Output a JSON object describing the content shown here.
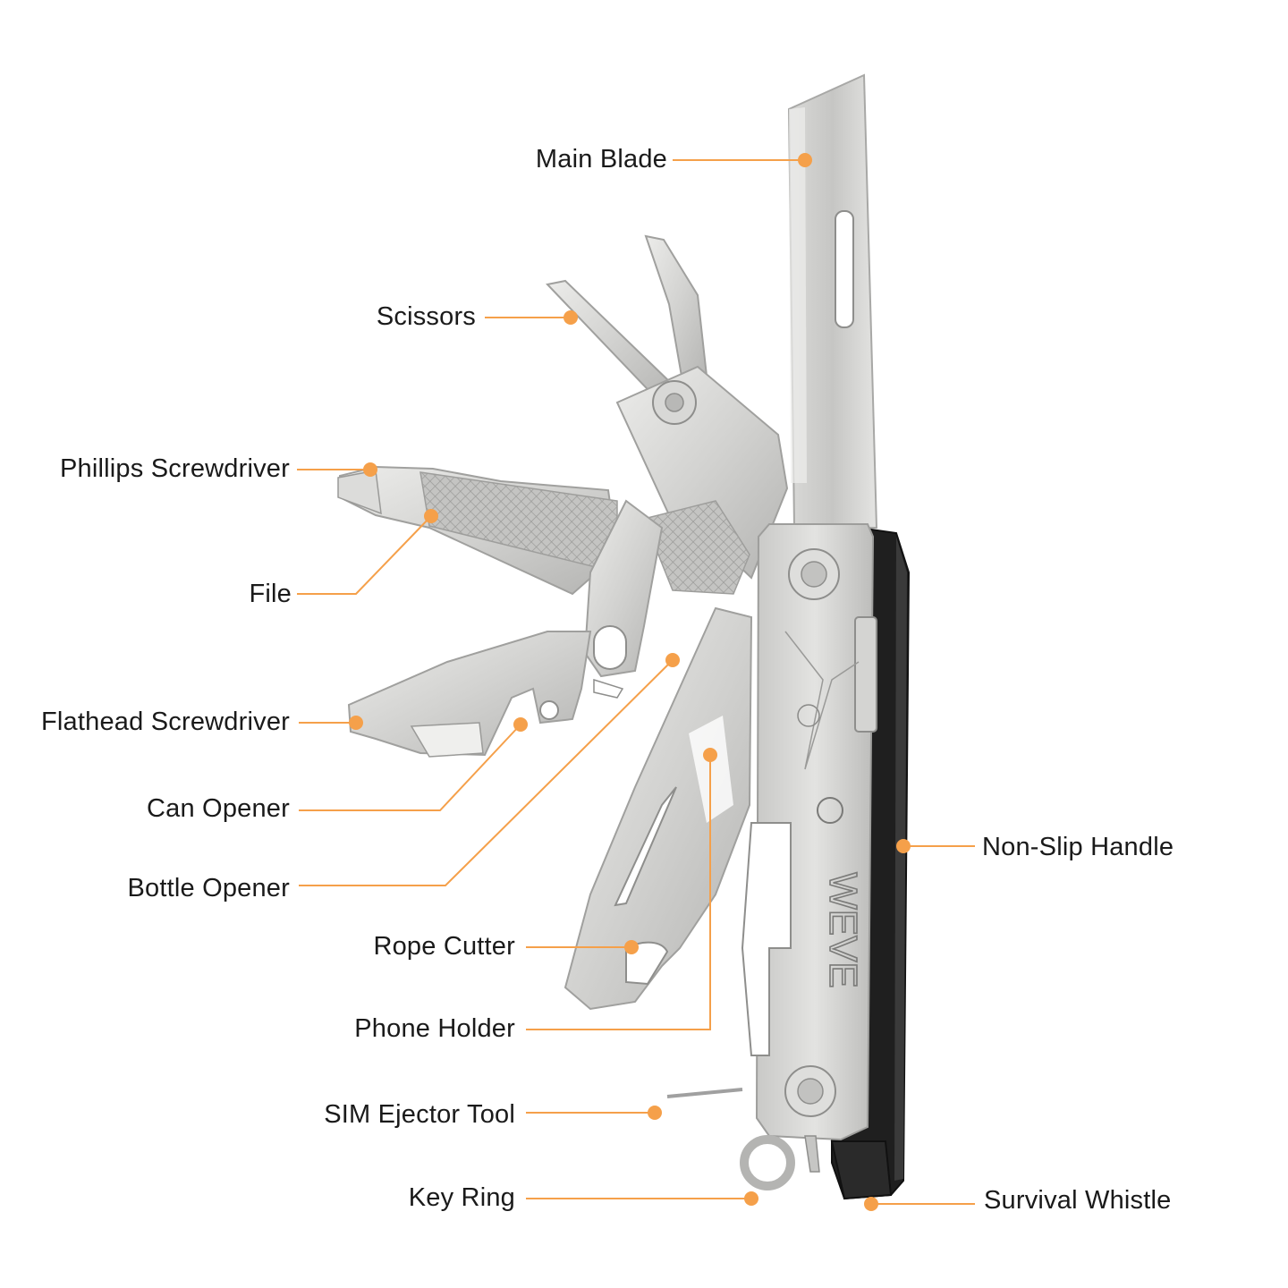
{
  "brand": {
    "name": "WEVE"
  },
  "colors": {
    "leader": "#f5a04a",
    "steel_light": "#e2e2e0",
    "steel_mid": "#c8c8c6",
    "steel_dark": "#9c9c9a",
    "handle_black": "#1d1d1d",
    "text": "#1a1a1a"
  },
  "callouts": [
    {
      "id": "main-blade",
      "label": "Main Blade"
    },
    {
      "id": "scissors",
      "label": "Scissors"
    },
    {
      "id": "phillips-screwdriver",
      "label": "Phillips Screwdriver"
    },
    {
      "id": "file",
      "label": "File"
    },
    {
      "id": "flathead-screwdriver",
      "label": "Flathead Screwdriver"
    },
    {
      "id": "can-opener",
      "label": "Can Opener"
    },
    {
      "id": "bottle-opener",
      "label": "Bottle Opener"
    },
    {
      "id": "rope-cutter",
      "label": "Rope Cutter"
    },
    {
      "id": "phone-holder",
      "label": "Phone Holder"
    },
    {
      "id": "sim-ejector-tool",
      "label": "SIM Ejector Tool"
    },
    {
      "id": "key-ring",
      "label": "Key Ring"
    },
    {
      "id": "non-slip-handle",
      "label": "Non-Slip Handle"
    },
    {
      "id": "survival-whistle",
      "label": "Survival Whistle"
    }
  ]
}
